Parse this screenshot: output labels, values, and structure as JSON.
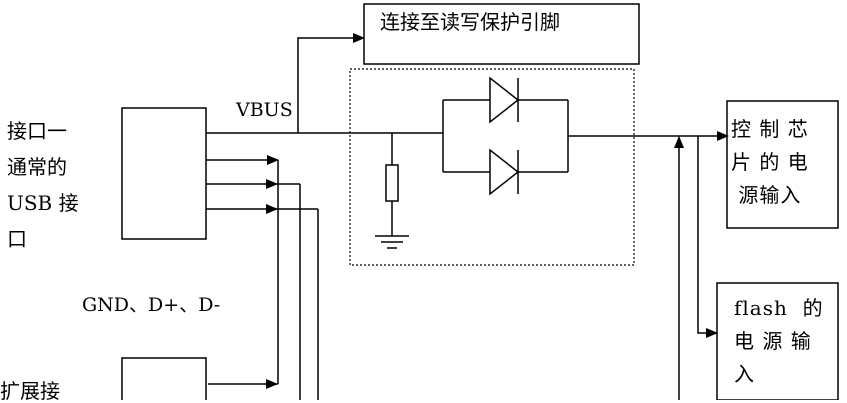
{
  "labels": {
    "usb_port": "接口一\n通常的\nUSB 接\n口",
    "expansion_port": "扩展接",
    "vbus": "VBUS",
    "signals": "GND、D+、D-",
    "protect_pins": "连接至读写保护引脚",
    "chip_power": "控 制 芯\n片 的 电\n源输入",
    "flash_power": "flash  的\n电 源 输\n入"
  },
  "colors": {
    "line": "#000000",
    "background": "#ffffff"
  }
}
